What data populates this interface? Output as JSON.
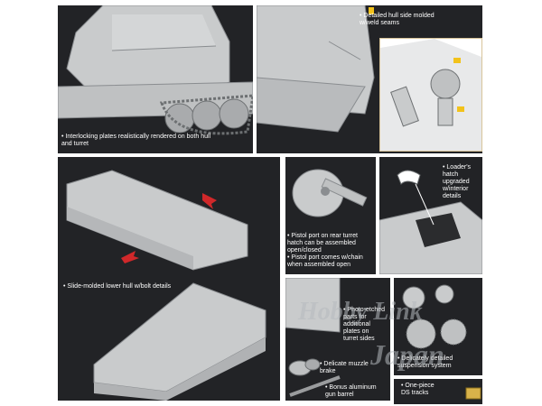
{
  "colors": {
    "panel_bg": "#222326",
    "model_gray": "#c9cbcc",
    "arrow_red": "#d0282a",
    "inset_border": "#d8c49a",
    "connector_yellow": "#f2c21b"
  },
  "captions": {
    "hull_side": "Detailed hull side molded\nw/weld seams",
    "interlocking": "Interlocking plates realistically rendered on both hull\nand turret",
    "loaders_hatch": "Loader's\nhatch\nupgraded\nw/interior\ndetails",
    "pistol_port_hatch": "Pistol port on rear turret\nhatch can be assembled\nopen/closed",
    "pistol_port_chain": "Pistol port comes w/chain\nwhen assembled open",
    "lower_hull": "Slide-molded lower hull w/bolt details",
    "photo_etched": "Photo-etched\nparts for\nadditional\nplates on\nturret sides",
    "muzzle_brake": "Delicate muzzle\nbrake",
    "suspension": "Delicately detailed\nsuspension system",
    "gun_barrel": "Bonus aluminum\ngun barrel",
    "ds_tracks": "One-piece\nDS tracks"
  },
  "icons": [
    "bullet-dot",
    "red-arrow",
    "yellow-connector-tab"
  ],
  "watermark": {
    "line1": "Hobby Link",
    "line2": "Japan"
  }
}
